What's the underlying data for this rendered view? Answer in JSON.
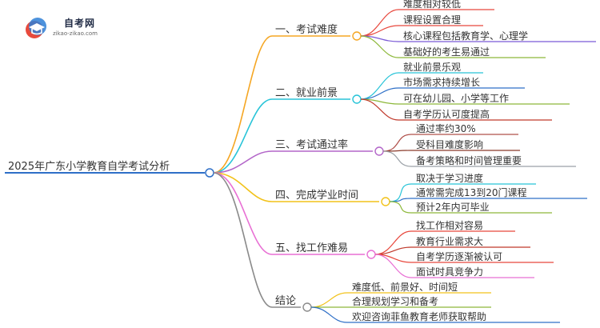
{
  "logo": {
    "title": "自考网",
    "subtitle": "zikao-zikao.com"
  },
  "mindmap": {
    "root": "2025年广东小学教育自学考试分析",
    "branches": [
      {
        "label": "一、考试难度",
        "color": "#f5a623",
        "children": [
          "难度相对较低",
          "课程设置合理",
          "核心课程包括教育学、心理学",
          "基础好的考生易通过"
        ]
      },
      {
        "label": "二、就业前景",
        "color": "#28c4d8",
        "children": [
          "就业前景乐观",
          "市场需求持续增长",
          "可在幼儿园、小学等工作",
          "自考学历认可度提高"
        ]
      },
      {
        "label": "三、考试通过率",
        "color": "#b366c9",
        "children": [
          "通过率约30%",
          "受科目难度影响",
          "备考策略和时间管理重要"
        ]
      },
      {
        "label": "四、完成学业时间",
        "color": "#f2c21a",
        "children": [
          "取决于学习进度",
          "通常需完成13到20门课程",
          "预计2年内可毕业"
        ]
      },
      {
        "label": "五、找工作难易",
        "color": "#e86fd4",
        "children": [
          "找工作相对容易",
          "教育行业需求大",
          "自考学历逐渐被认可",
          "面试时具竞争力"
        ]
      },
      {
        "label": "结论",
        "color": "#8a8a8a",
        "children": [
          "难度低、前景好、时间短",
          "合理规划学习和备考",
          "欢迎咨询菲鱼教育老师获取帮助"
        ]
      }
    ]
  }
}
